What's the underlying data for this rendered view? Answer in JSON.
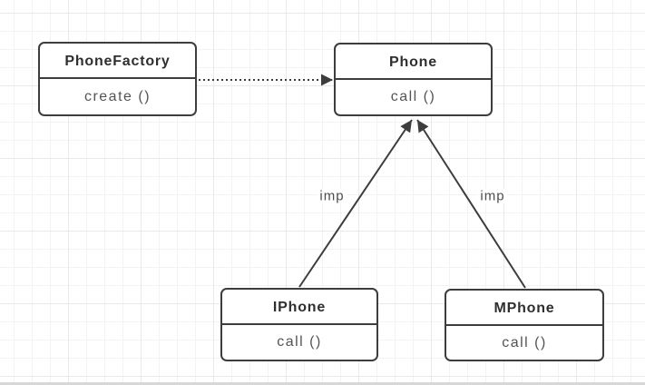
{
  "diagram": {
    "nodes": {
      "phone_factory": {
        "title": "PhoneFactory",
        "method": "create ()"
      },
      "phone": {
        "title": "Phone",
        "method": "call ()"
      },
      "iphone": {
        "title": "IPhone",
        "method": "call ()"
      },
      "mphone": {
        "title": "MPhone",
        "method": "call ()"
      }
    },
    "edges": {
      "factory_to_phone": {
        "type": "dotted-dependency-arrow",
        "label": ""
      },
      "iphone_to_phone": {
        "type": "solid-arrow",
        "label": "imp"
      },
      "mphone_to_phone": {
        "type": "solid-arrow",
        "label": "imp"
      }
    },
    "colors": {
      "stroke": "#3d3d3d",
      "node_fill": "#ffffff",
      "title_text": "#2f2f2f",
      "method_text": "#545454",
      "label_text": "#4d4d4d",
      "grid_minor": "#f3f3f3",
      "grid_major": "#e9e9e9",
      "canvas_bg": "#ffffff"
    }
  }
}
